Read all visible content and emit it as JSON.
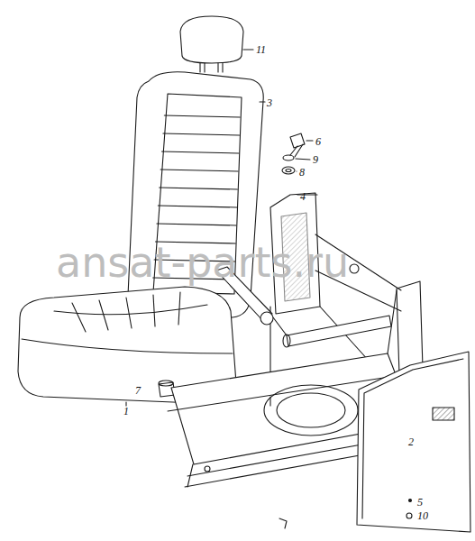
{
  "diagram": {
    "labels": [
      "11",
      "3",
      "6",
      "9",
      "8",
      "4",
      "7",
      "1",
      "2",
      "5",
      "10",
      "ansat-parts.ru"
    ]
  }
}
